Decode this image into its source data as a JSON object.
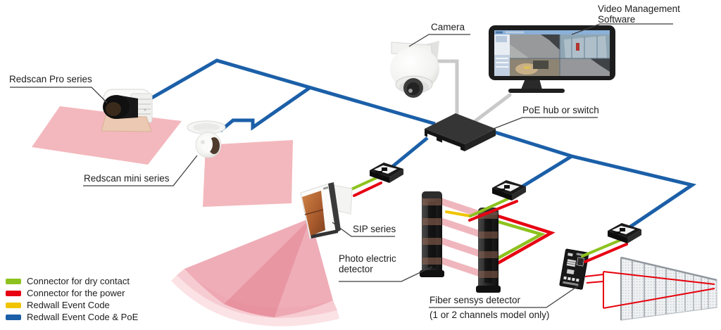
{
  "diagram": {
    "labels": {
      "redscan_pro": "Redscan Pro series",
      "redscan_mini": "Redscan mini series",
      "camera": "Camera",
      "vms_line1": "Video Management",
      "vms_line2": "Software",
      "poe_hub": "PoE hub or switch",
      "sip": "SIP series",
      "photo_line1": "Photo electric",
      "photo_line2": "detector",
      "fiber_line1": "Fiber sensys detector",
      "fiber_line2": "(1 or 2 channels model only)"
    },
    "legend": {
      "items": [
        {
          "label": "Connector for dry contact",
          "color": "#8dc21e"
        },
        {
          "label": "Connector for the power",
          "color": "#e60012"
        },
        {
          "label": "Redwall Event Code",
          "color": "#f0c400"
        },
        {
          "label": "Redwall Event Code & PoE",
          "color": "#1b5fa8"
        }
      ]
    },
    "colors": {
      "cable_blue": "#1b5fa8",
      "cable_green": "#8dc21e",
      "cable_red": "#e60012",
      "cable_yellow": "#f0c400",
      "cable_gray": "#c9c9c9",
      "fiber_red": "#e8000b",
      "detection_pink": "#f3b8bd",
      "leader_gray": "#3f3f3f"
    }
  }
}
